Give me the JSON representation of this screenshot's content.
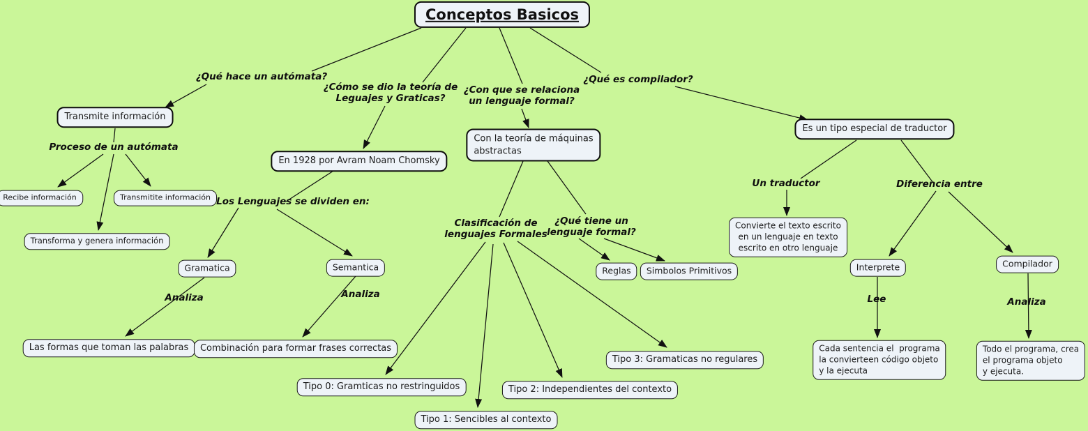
{
  "colors": {
    "background": "#caf699",
    "box_fill": "#eef3f8",
    "box_border": "#111111",
    "line": "#111111"
  },
  "diagram": {
    "title": "Conceptos Basicos",
    "concepts": {
      "transmite": "Transmite información",
      "chomsky": "En 1928 por Avram Noam Chomsky",
      "maquinas": "Con la teoría de máquinas\nabstractas",
      "traductor": "Es un tipo especial de traductor",
      "recibe": "Recibe información",
      "transmitite": "Transmitite información",
      "transforma": "Transforma y genera información",
      "gramatica": "Gramatica",
      "semantica": "Semantica",
      "formas": "Las formas que toman las palabras",
      "combinacion": "Combinación para formar frases correctas",
      "reglas": "Reglas",
      "simbolos": "Simbolos Primitivos",
      "tipo0": "Tipo 0: Gramticas no restringuidos",
      "tipo1": "Tipo 1: Sencibles al contexto",
      "tipo2": "Tipo 2: Independientes del contexto",
      "tipo3": "Tipo 3: Gramaticas no regulares",
      "convierte": "Convierte el texto escrito\nen un lenguaje en texto\nescrito en otro lenguaje",
      "interprete": "Interprete",
      "compilador": "Compilador",
      "cada": "Cada sentencia el  programa\nla convierteen código objeto\ny la ejecuta",
      "todo": "Todo el programa, crea\nel programa objeto\ny ejecuta."
    },
    "links": {
      "que_hace": "¿Qué hace un autómata?",
      "como_se_dio": "¿Cómo se dio la teoría de\nLeguajes y Graticas?",
      "con_que": "¿Con que se relaciona\nun lenguaje formal?",
      "que_es": "¿Qué es compilador?",
      "proceso": "Proceso de un autómata",
      "dividen": "Los Lenguajes se dividen en:",
      "clasificacion": "Clasificación de\nlenguajes Formales",
      "que_tiene": "¿Qué tiene un\nlenguaje formal?",
      "un_traductor": "Un traductor",
      "diferencia": "Diferencia entre",
      "analiza_gramatica": "Analiza",
      "analiza_semantica": "Analiza",
      "lee": "Lee",
      "analiza_compilador": "Analiza"
    }
  }
}
